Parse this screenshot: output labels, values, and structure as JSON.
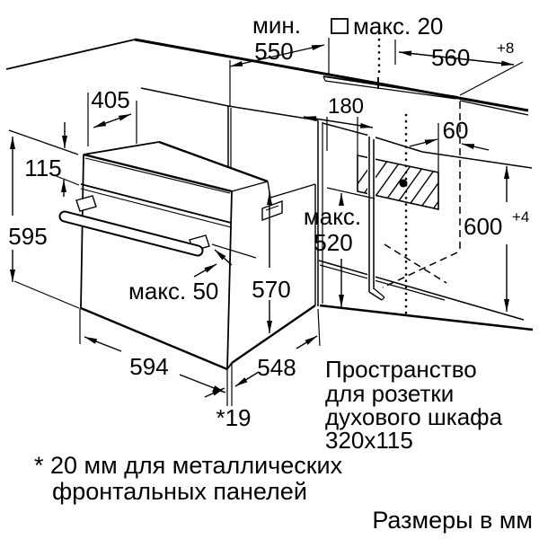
{
  "diagram": {
    "top": {
      "min_label": "мин.",
      "min_value": "550",
      "rear_gap_label": "макс. 20",
      "niche_width": "560",
      "niche_width_tol": "+8"
    },
    "left": {
      "top_depth": "405",
      "panel_height": "115",
      "oven_height": "595"
    },
    "middle": {
      "socket_offset": "180",
      "socket_gap": "60",
      "max_label": "макс.",
      "max_value": "520",
      "body_height": "570",
      "handle_note": "макс. 50"
    },
    "right": {
      "niche_height": "600",
      "niche_height_tol": "+4"
    },
    "bottom": {
      "oven_width": "594",
      "body_depth": "548",
      "door_offset": "*19"
    },
    "socket_note": {
      "line1": "Пространство",
      "line2": "для розетки",
      "line3": "духового шкафа",
      "line4": "320x115"
    },
    "footnote": {
      "line1": "* 20 мм для металлических",
      "line2": "фронтальных панелей"
    },
    "units": "Размеры в мм"
  }
}
